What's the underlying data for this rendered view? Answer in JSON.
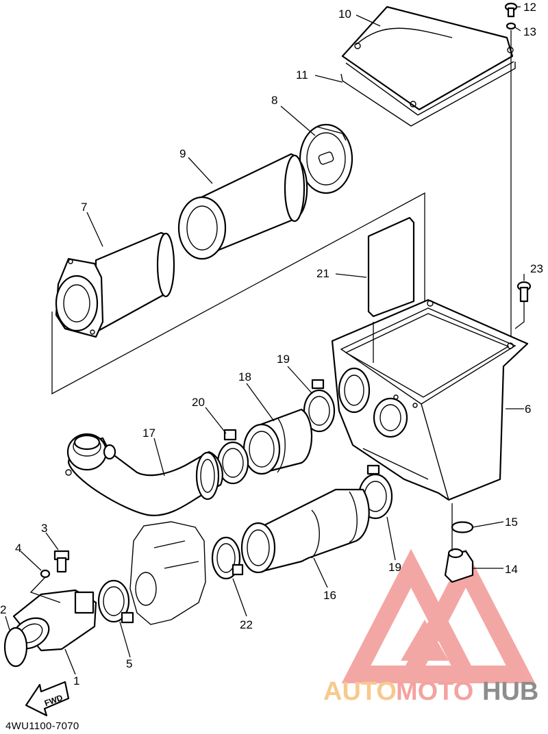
{
  "diagram_code": "4WU1100-7070",
  "fwd_label": "FWD",
  "callouts": [
    {
      "id": "c1",
      "text": "1"
    },
    {
      "id": "c2",
      "text": "2"
    },
    {
      "id": "c3",
      "text": "3"
    },
    {
      "id": "c4",
      "text": "4"
    },
    {
      "id": "c5",
      "text": "5"
    },
    {
      "id": "c6",
      "text": "6"
    },
    {
      "id": "c7",
      "text": "7"
    },
    {
      "id": "c8",
      "text": "8"
    },
    {
      "id": "c9",
      "text": "9"
    },
    {
      "id": "c10",
      "text": "10"
    },
    {
      "id": "c11",
      "text": "11"
    },
    {
      "id": "c12",
      "text": "12"
    },
    {
      "id": "c13",
      "text": "13"
    },
    {
      "id": "c14",
      "text": "14"
    },
    {
      "id": "c15",
      "text": "15"
    },
    {
      "id": "c16",
      "text": "16"
    },
    {
      "id": "c17",
      "text": "17"
    },
    {
      "id": "c18",
      "text": "18"
    },
    {
      "id": "c19a",
      "text": "19"
    },
    {
      "id": "c19b",
      "text": "19"
    },
    {
      "id": "c20",
      "text": "20"
    },
    {
      "id": "c21",
      "text": "21"
    },
    {
      "id": "c22",
      "text": "22"
    },
    {
      "id": "c23",
      "text": "23"
    }
  ],
  "watermark": {
    "part1": "AUTO",
    "part2": "MOTO",
    "part3": "HUB",
    "color_auto": "#f7c98f",
    "color_moto": "#f3a3a0",
    "color_hub": "#8d8d8d",
    "triangle_color": "#f08a86"
  }
}
